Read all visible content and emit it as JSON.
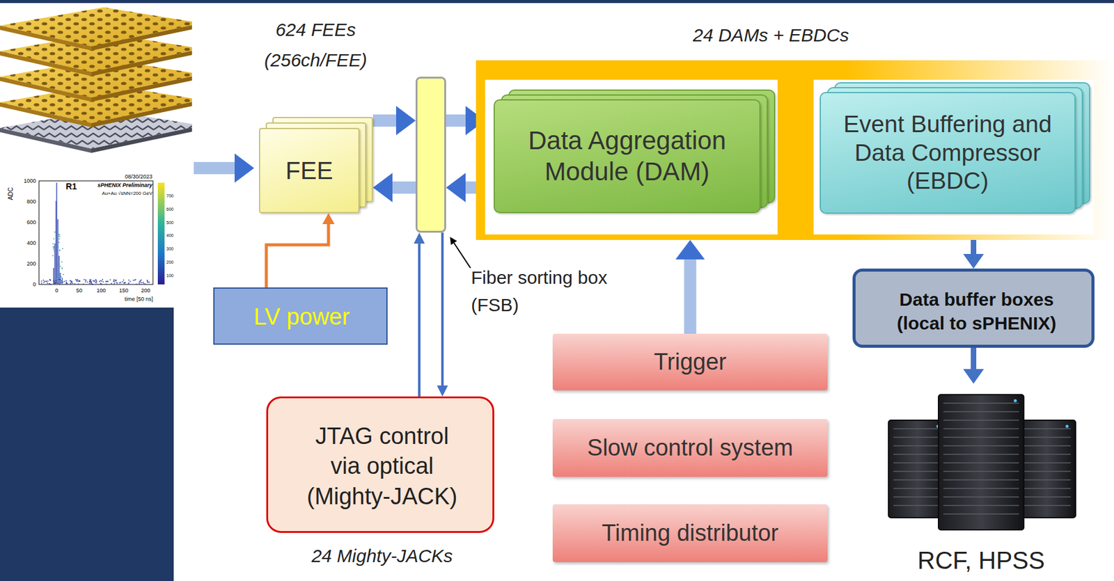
{
  "diagram": {
    "nodes": [
      {
        "text": [
          "624 FEEs (256ch/FEE)",
          "FEE"
        ]
      },
      {
        "text": [
          "Fiber sorting box (FSB)"
        ]
      },
      {
        "text": [
          "24 DAMs + EBDCs"
        ]
      },
      {
        "text": [
          "Data Aggregation Module (DAM)"
        ],
        "in": 2
      },
      {
        "text": [
          "Event Buffering and Data Compressor (EBDC)"
        ],
        "in": 2
      },
      {
        "text": [
          "LV power"
        ]
      },
      {
        "text": [
          "JTAG control via optical (Mighty-JACK)",
          "24 Mighty-JACKs"
        ]
      },
      {
        "text": [
          "Data buffer boxes (local to sPHENIX)"
        ]
      },
      {
        "text": [
          "Trigger"
        ]
      },
      {
        "text": [
          "Slow control system"
        ]
      },
      {
        "text": [
          "Timing distributor"
        ]
      },
      {
        "text": [
          "RCF, HPSS"
        ]
      }
    ],
    "edges": [
      {
        "from": 0,
        "to": 1,
        "arrow": "to"
      },
      {
        "from": 1,
        "to": 3,
        "arrow": "to"
      },
      {
        "from": 3,
        "to": 1,
        "arrow": "to"
      },
      {
        "from": 1,
        "to": 0,
        "arrow": "to"
      },
      {
        "from": 5,
        "to": 0,
        "arrow": "to"
      },
      {
        "from": 6,
        "to": 1,
        "arrow": "to"
      },
      {
        "from": 1,
        "to": 6,
        "arrow": "to"
      },
      {
        "from": 8,
        "to": 2,
        "arrow": "to"
      },
      {
        "from": 4,
        "to": 7,
        "arrow": "to"
      },
      {
        "from": 7,
        "to": 11,
        "arrow": "to"
      }
    ],
    "labels": [
      "08/30/2023",
      "sPHENIX Preliminary",
      "R1",
      "Au+Au √sNN=200 GeV",
      "ADC",
      "1000",
      "800",
      "600",
      "400",
      "200",
      "0",
      "0",
      "50",
      "100",
      "150",
      "200",
      "time [50 ns]",
      "700",
      "600",
      "500",
      "400",
      "300",
      "200",
      "100"
    ]
  }
}
